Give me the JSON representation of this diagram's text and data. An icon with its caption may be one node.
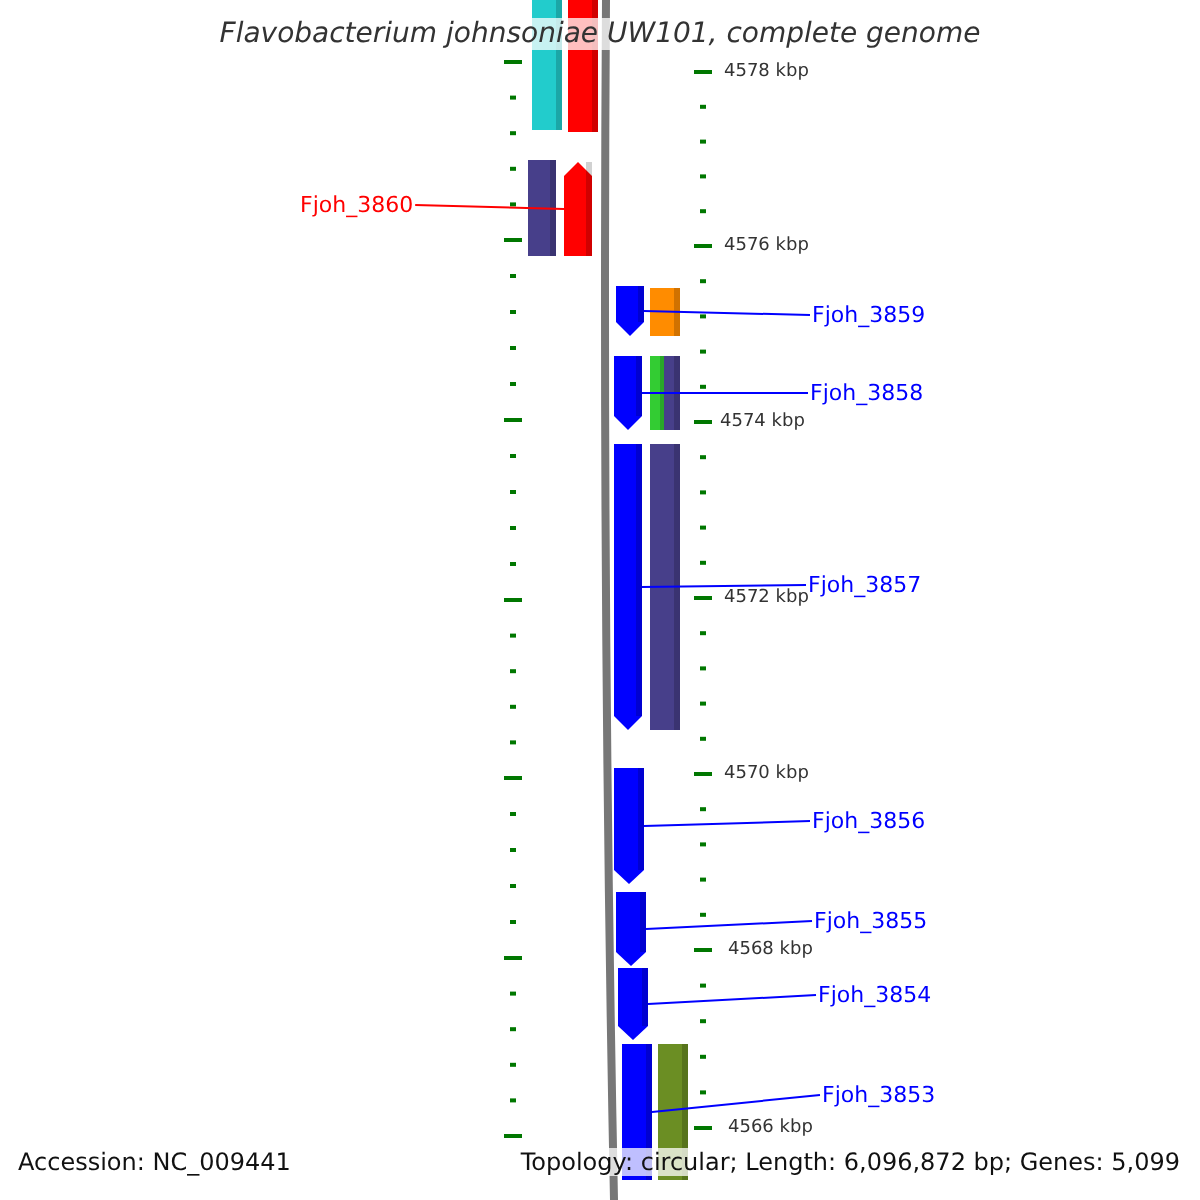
{
  "diagram": {
    "title": "Flavobacterium johnsoniae UW101, complete genome",
    "nodes": [
      {
        "text": [
          "Fjoh_3860"
        ]
      },
      {
        "text": [],
        "shape": "bar"
      },
      {
        "text": [
          "Fjoh_3859"
        ]
      },
      {
        "text": [],
        "shape": "bar"
      },
      {
        "text": [
          "Fjoh_3858"
        ]
      },
      {
        "text": [],
        "shape": "bar"
      },
      {
        "text": [
          "Fjoh_3857"
        ]
      },
      {
        "text": [],
        "shape": "bar"
      },
      {
        "text": [
          "Fjoh_3856"
        ]
      },
      {
        "text": [],
        "shape": "bar"
      },
      {
        "text": [
          "Fjoh_3855"
        ]
      },
      {
        "text": [],
        "shape": "bar"
      },
      {
        "text": [
          "Fjoh_3854"
        ]
      },
      {
        "text": [],
        "shape": "bar"
      },
      {
        "text": [
          "Fjoh_3853"
        ]
      },
      {
        "text": [],
        "shape": "bar"
      }
    ],
    "edges": [
      {
        "from": 0,
        "to": 1,
        "arrow": "none",
        "color": "#ff0000"
      },
      {
        "from": 2,
        "to": 3,
        "arrow": "none"
      },
      {
        "from": 4,
        "to": 5,
        "arrow": "none"
      },
      {
        "from": 6,
        "to": 7,
        "arrow": "none"
      },
      {
        "from": 8,
        "to": 9,
        "arrow": "none"
      },
      {
        "from": 10,
        "to": 11,
        "arrow": "none"
      },
      {
        "from": 12,
        "to": 13,
        "arrow": "none"
      },
      {
        "from": 14,
        "to": 15,
        "arrow": "none"
      }
    ],
    "labels": [
      "4578 kbp",
      "4576 kbp",
      "4574 kbp",
      "4572 kbp",
      "4570 kbp",
      "4568 kbp",
      "4566 kbp",
      "Accession: NC_009441",
      "Topology: circular; Length: 6,096,872 bp; Genes: 5,099"
    ]
  }
}
